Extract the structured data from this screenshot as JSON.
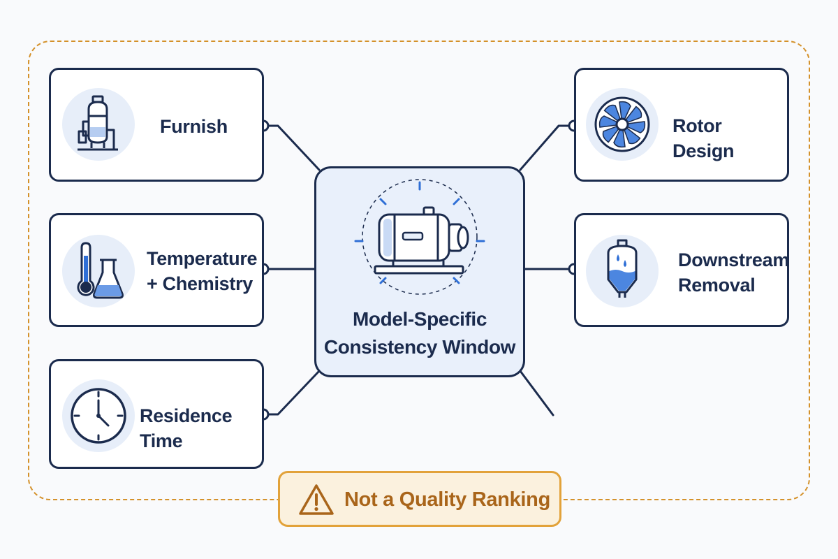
{
  "center": {
    "label": "Model-Specific\nConsistency Window",
    "icon": "refiner-machine-icon"
  },
  "factors": {
    "furnish": {
      "label": "Furnish",
      "icon": "pulper-tank-icon"
    },
    "temperature_chemistry": {
      "label": "Temperature\n+ Chemistry",
      "icon": "thermometer-flask-icon"
    },
    "residence_time": {
      "label": "Residence Time",
      "icon": "clock-icon"
    },
    "rotor_design": {
      "label": "Rotor Design",
      "icon": "rotor-fan-icon"
    },
    "downstream_removal": {
      "label": "Downstream\nRemoval",
      "icon": "drain-tank-icon"
    }
  },
  "badge": {
    "label": "Not a Quality Ranking",
    "icon": "warning-icon"
  },
  "colors": {
    "navy": "#1b2b4d",
    "accent_blue": "#2f6fd6",
    "icon_bg": "#e7eef9",
    "center_bg": "#e9f0fb",
    "warning_orange": "#d4912a",
    "warning_text": "#a9651a",
    "warning_bg": "#fbf1de"
  }
}
